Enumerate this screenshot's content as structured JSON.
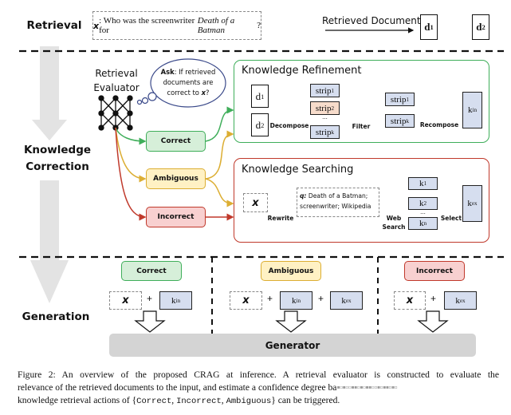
{
  "sections": {
    "retrieval": "Retrieval",
    "correction_line1": "Knowledge",
    "correction_line2": "Correction",
    "generation": "Generation"
  },
  "query": {
    "var": "x",
    "prefix": ": Who was the screenwriter for ",
    "title": "Death of a Batman",
    "suffix": "?"
  },
  "retrieved_label": "Retrieved Documents",
  "documents": [
    {
      "base": "d",
      "sub": "1"
    },
    {
      "base": "d",
      "sub": "2"
    }
  ],
  "evaluator": {
    "line1": "Retrieval",
    "line2": "Evaluator",
    "thought": {
      "bold": "Ask",
      "text": ": If retrieved documents are correct to ",
      "var": "x",
      "end": "?"
    }
  },
  "actions": {
    "correct": "Correct",
    "ambiguous": "Ambiguous",
    "incorrect": "Incorrect"
  },
  "refinement": {
    "title": "Knowledge Refinement",
    "docs": [
      {
        "base": "d",
        "sub": "1"
      },
      {
        "base": "d",
        "sub": "2"
      }
    ],
    "strips": [
      {
        "base": "strip",
        "sub": "1"
      },
      {
        "base": "strip",
        "sub": "2"
      },
      {
        "base": "strip",
        "sub": "k"
      }
    ],
    "ellipsis": "...",
    "decompose": "Decompose",
    "filter": "Filter",
    "recompose": "Recompose",
    "filtered": [
      {
        "base": "strip",
        "sub": "1"
      },
      {
        "base": "strip",
        "sub": "k"
      }
    ],
    "output": {
      "base": "k",
      "sub": "in"
    }
  },
  "searching": {
    "title": "Knowledge Searching",
    "input": "x",
    "rewrite": "Rewrite",
    "query_label": "q:",
    "query_line1": "Death of a Batman;",
    "query_line2": "screenwriter; Wikipedia",
    "web_line1": "Web",
    "web_line2": "Search",
    "results": [
      {
        "base": "k",
        "sub": "1"
      },
      {
        "base": "k",
        "sub": "2"
      },
      {
        "base": "k",
        "sub": "n"
      }
    ],
    "ellipsis": "...",
    "select": "Select",
    "output": {
      "base": "k",
      "sub": "ex"
    }
  },
  "generation": {
    "plus": "+",
    "x": "x",
    "kin": {
      "base": "k",
      "sub": "in"
    },
    "kex": {
      "base": "k",
      "sub": "ex"
    },
    "generator": "Generator"
  },
  "caption": {
    "line1": "Figure 2: An overview of the proposed CRAG at inference. A retrieval evaluator is constructed to evaluate the",
    "line2": "relevance of the retrieved documents to the input, and estimate a confidence degree ba",
    "line3_pre": "knowledge retrieval actions of {",
    "line3_correct": "Correct",
    "line3_incorrect": "Incorrect",
    "line3_ambiguous": "Ambiguous",
    "line3_post": "} can be triggered.",
    "sep": ", "
  },
  "colors": {
    "correct": "#3fae5a",
    "ambiguous": "#dcae33",
    "incorrect": "#c0392b",
    "strip_blue": "#d6deef",
    "strip_peach": "#f7dccb",
    "generator": "#d4d4d4"
  }
}
